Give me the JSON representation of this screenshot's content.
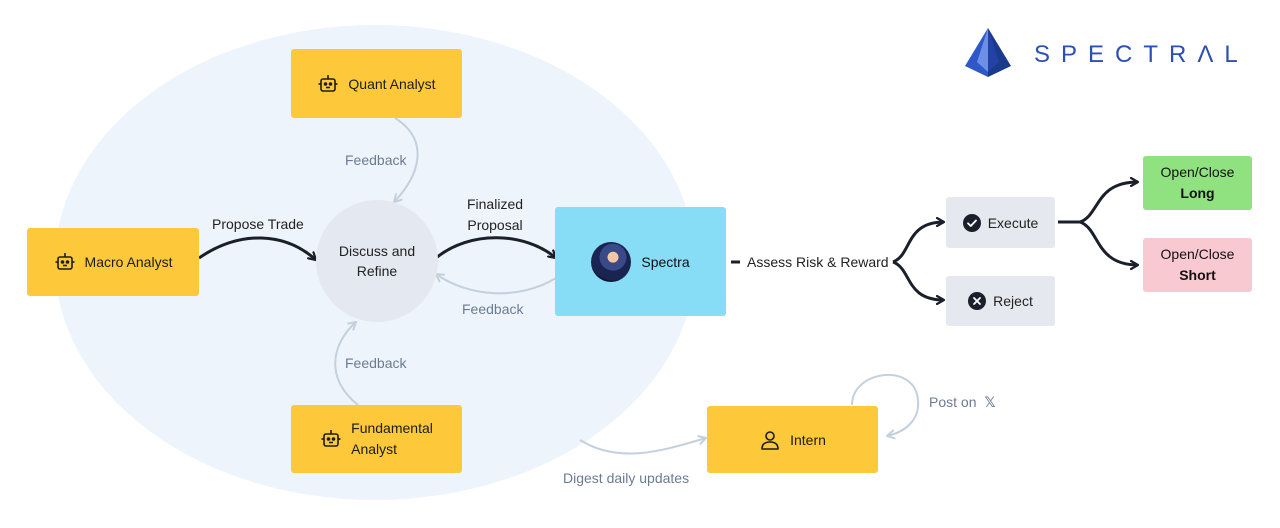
{
  "brand": {
    "name": "SPECTRΛL"
  },
  "nodes": {
    "quant": "Quant Analyst",
    "macro": "Macro Analyst",
    "fundamental_line1": "Fundamental",
    "fundamental_line2": "Analyst",
    "discuss_line1": "Discuss and",
    "discuss_line2": "Refine",
    "spectra": "Spectra",
    "execute": "Execute",
    "reject": "Reject",
    "long_line1": "Open/Close",
    "long_line2": "Long",
    "short_line1": "Open/Close",
    "short_line2": "Short",
    "intern": "Intern"
  },
  "edges": {
    "propose_trade": "Propose Trade",
    "feedback_quant": "Feedback",
    "feedback_fundamental": "Feedback",
    "feedback_spectra": "Feedback",
    "finalized_line1": "Finalized",
    "finalized_line2": "Proposal",
    "assess": "Assess Risk & Reward",
    "post_on": "Post on",
    "post_on_icon": "𝕏",
    "digest": "Digest daily updates"
  },
  "colors": {
    "analyst": "#fdc93a",
    "spectra": "#87dcf6",
    "decision": "#e5e9ef",
    "long": "#8fe27f",
    "short": "#f9c9d1",
    "ellipse": "#eef4fb",
    "brand": "#2b4fb4"
  }
}
